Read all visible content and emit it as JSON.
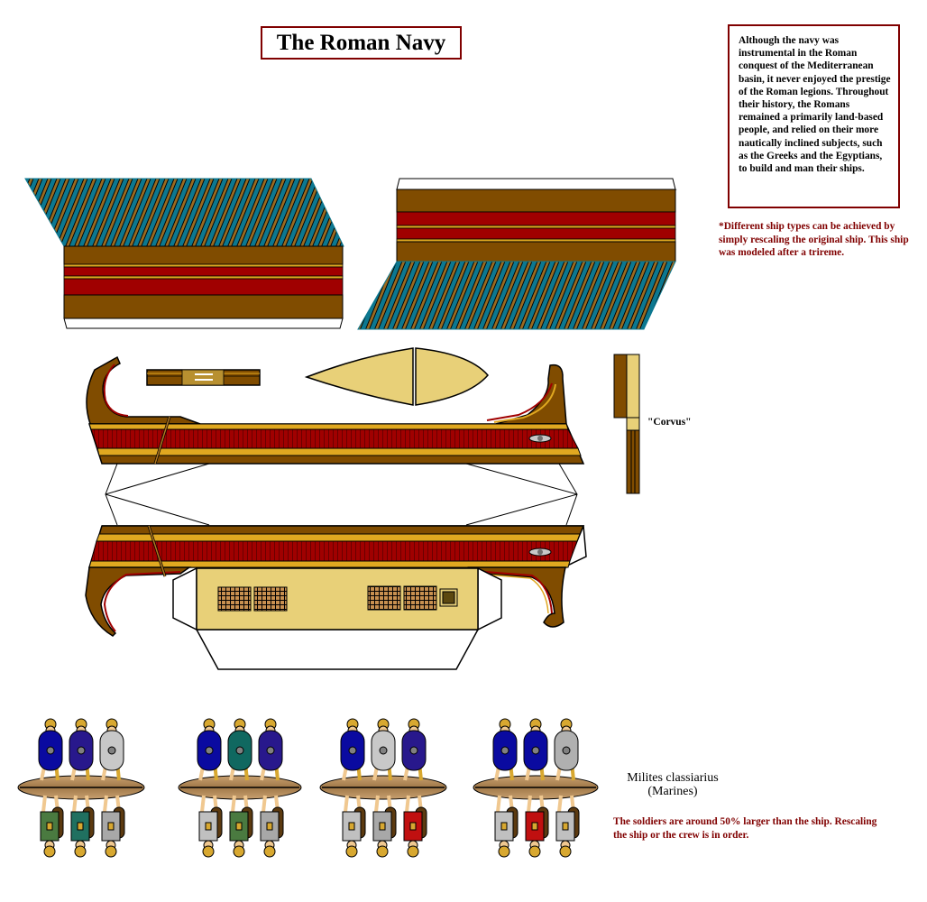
{
  "header": {
    "title": "The Roman Navy"
  },
  "info": {
    "text": "Although the navy was instrumental in the Roman conquest of the Mediterranean basin, it never enjoyed the prestige of the Roman legions. Throughout their history, the Romans remained a primarily land-based people, and relied on their more nautically inclined subjects, such as the Greeks and the Egyptians, to build and man their ships."
  },
  "notes": {
    "ship_types": "*Different ship types can be achieved by simply rescaling the original ship. This ship was modeled after a trireme.",
    "scale": "The soldiers are around 50% larger than the ship. Rescaling the ship or the crew is in order."
  },
  "labels": {
    "corvus": "\"Corvus\"",
    "marines_line1": "Milites classiarius",
    "marines_line2": "(Marines)"
  },
  "parts": [
    {
      "id": "oar-bank-left",
      "label": "Oar bank (port side)"
    },
    {
      "id": "oar-bank-right",
      "label": "Oar bank (starboard side)"
    },
    {
      "id": "crossbeam",
      "label": "Deck crossbeam"
    },
    {
      "id": "sail-deck",
      "label": "Deck piece"
    },
    {
      "id": "hull-top",
      "label": "Hull side with prow and stern"
    },
    {
      "id": "hull-bottom",
      "label": "Hull side with deck cabin"
    },
    {
      "id": "corvus",
      "label": "Corvus boarding bridge"
    },
    {
      "id": "marine-bases",
      "count": 4
    }
  ],
  "colors": {
    "border": "#800000",
    "brown": "#804C00",
    "red": "#A00000",
    "gold": "#E0A820",
    "tan": "#E8D078",
    "teal": "#0C7890",
    "darkbrown": "#5C4810",
    "wood": "#B08850"
  },
  "marine_groups": [
    {
      "shields": [
        "#0A0AA0",
        "#28188C",
        "#C8C8C8"
      ],
      "tunics": [
        "#4A7A40",
        "#207060",
        "#A8A8A8"
      ]
    },
    {
      "shields": [
        "#0A0AA0",
        "#106860",
        "#28188C"
      ],
      "tunics": [
        "#C0C0C0",
        "#4A7A40",
        "#A8A8A8"
      ]
    },
    {
      "shields": [
        "#0A0AA0",
        "#C8C8C8",
        "#28188C"
      ],
      "tunics": [
        "#C0C0C0",
        "#A8A8A8",
        "#C01010"
      ]
    },
    {
      "shields": [
        "#0A0AA0",
        "#0A0AA0",
        "#B0B0B0"
      ],
      "tunics": [
        "#C0C0C0",
        "#C01010",
        "#C0C0C0"
      ]
    }
  ]
}
